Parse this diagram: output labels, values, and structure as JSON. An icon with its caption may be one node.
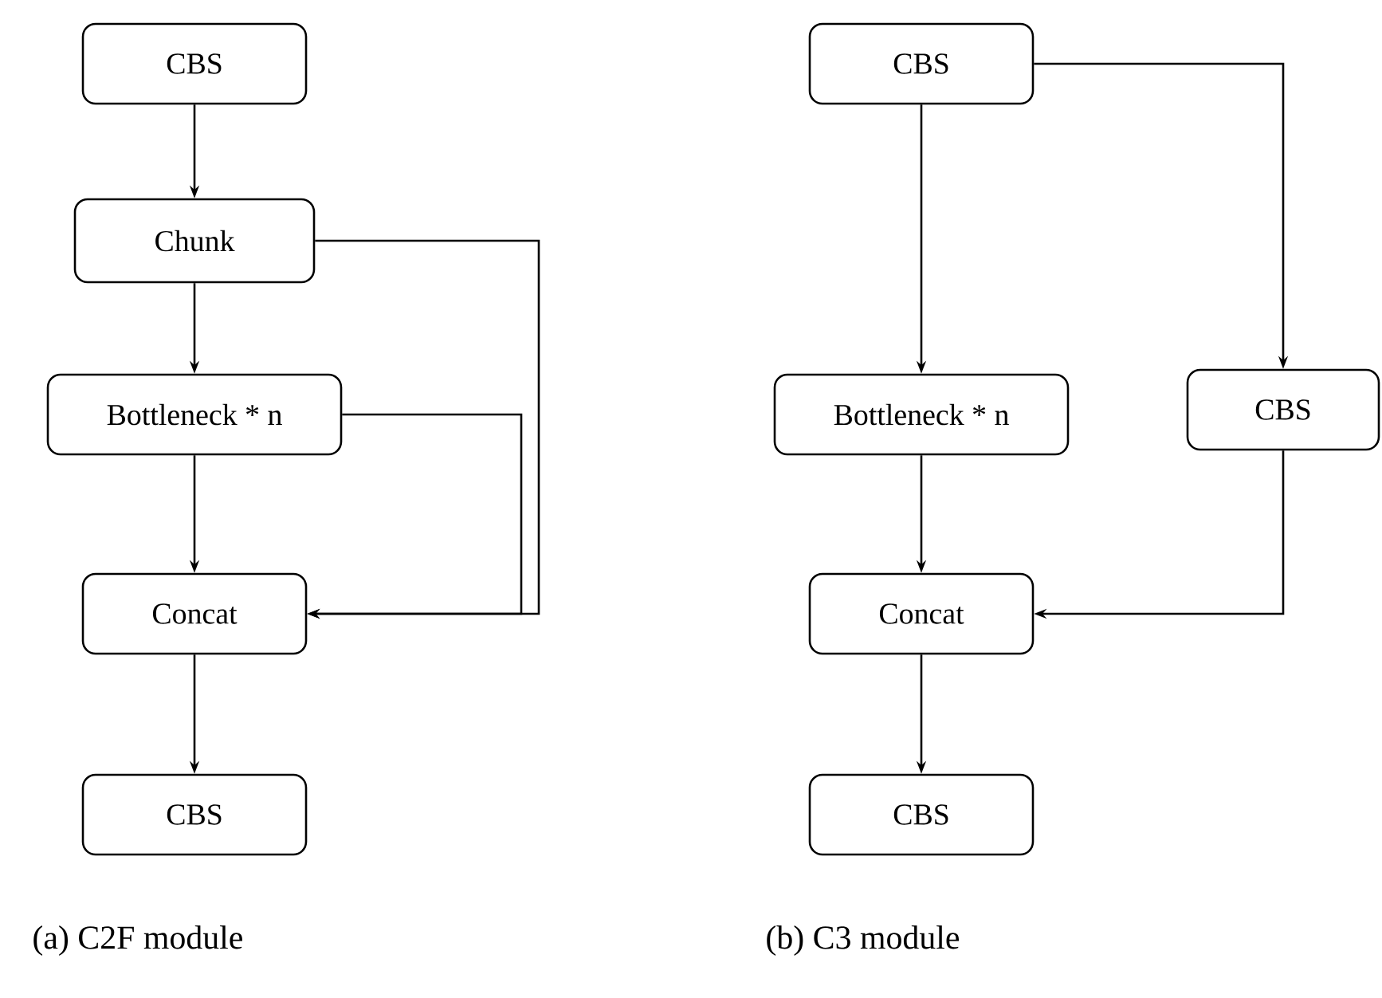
{
  "diagram": {
    "nodes": [
      {
        "text": [
          "CBS"
        ]
      },
      {
        "text": [
          "Chunk"
        ]
      },
      {
        "text": [
          "Bottleneck * n"
        ]
      },
      {
        "text": [
          "Concat"
        ]
      },
      {
        "text": [
          "CBS"
        ]
      },
      {
        "text": [
          "CBS"
        ]
      },
      {
        "text": [
          "Bottleneck * n"
        ]
      },
      {
        "text": [
          "CBS"
        ]
      },
      {
        "text": [
          "Concat"
        ]
      },
      {
        "text": [
          "CBS"
        ]
      }
    ],
    "edges": [
      {
        "from": 0,
        "to": 1,
        "arrow": "to"
      },
      {
        "from": 1,
        "to": 2,
        "arrow": "to"
      },
      {
        "from": 1,
        "to": 3,
        "arrow": "to"
      },
      {
        "from": 2,
        "to": 3,
        "arrow": "to"
      },
      {
        "from": 2,
        "to": 3,
        "arrow": "to"
      },
      {
        "from": 3,
        "to": 4,
        "arrow": "to"
      },
      {
        "from": 5,
        "to": 6,
        "arrow": "to"
      },
      {
        "from": 5,
        "to": 7,
        "arrow": "to"
      },
      {
        "from": 6,
        "to": 8,
        "arrow": "to"
      },
      {
        "from": 7,
        "to": 8,
        "arrow": "to"
      },
      {
        "from": 8,
        "to": 9,
        "arrow": "to"
      }
    ],
    "labels": [
      "(a) C2F module",
      "(b) C3 module"
    ]
  }
}
